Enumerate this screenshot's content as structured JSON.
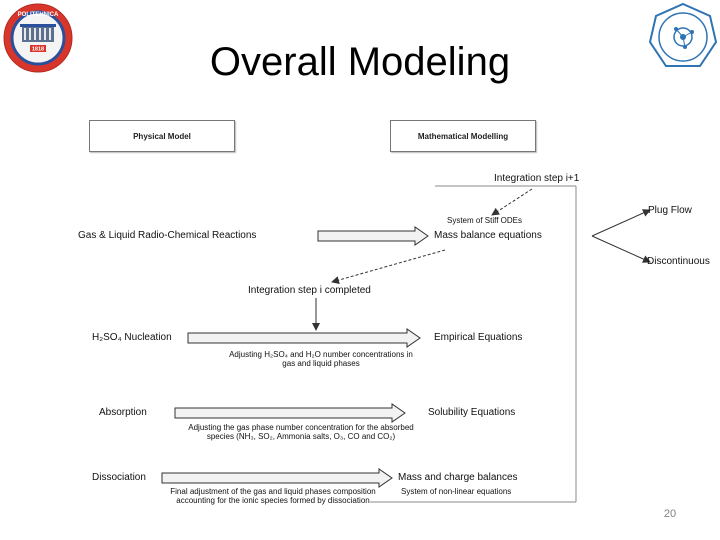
{
  "slide": {
    "title": "Overall Modeling",
    "page_number": "20"
  },
  "logos": {
    "left": {
      "icon": "politehnica-seal-logo",
      "top_text": "POLITEHNICA",
      "year": "1818"
    },
    "right": {
      "icon": "institute-circle-logo"
    }
  },
  "diagram": {
    "headers": {
      "physical": "Physical Model",
      "mathematical": "Mathematical Modelling"
    },
    "integration_next": "Integration step i+1",
    "stiff_odes": "System of Stiff ODEs",
    "mass_balance": "Mass balance equations",
    "plug_flow": "Plug Flow",
    "discontinuous": "Discontinuous",
    "integration_done": "Integration step i completed",
    "rows": [
      {
        "physical": "Gas & Liquid Radio-Chemical Reactions"
      },
      {
        "physical": "H₂SO₄ Nucleation",
        "math": "Empirical Equations",
        "note": "Adjusting H₂SO₄ and H₂O number concentrations in gas and liquid phases"
      },
      {
        "physical": "Absorption",
        "math": "Solubility Equations",
        "note": "Adjusting the gas phase number concentration for the absorbed species (NH₃, SO₂, Ammonia salts, O₃, CO and CO₂)"
      },
      {
        "physical": "Dissociation",
        "math": "Mass and charge balances",
        "math_sub": "System of non-linear equations",
        "note": "Final adjustment of the gas and liquid phases composition accounting for the ionic species formed by dissociation"
      }
    ]
  }
}
